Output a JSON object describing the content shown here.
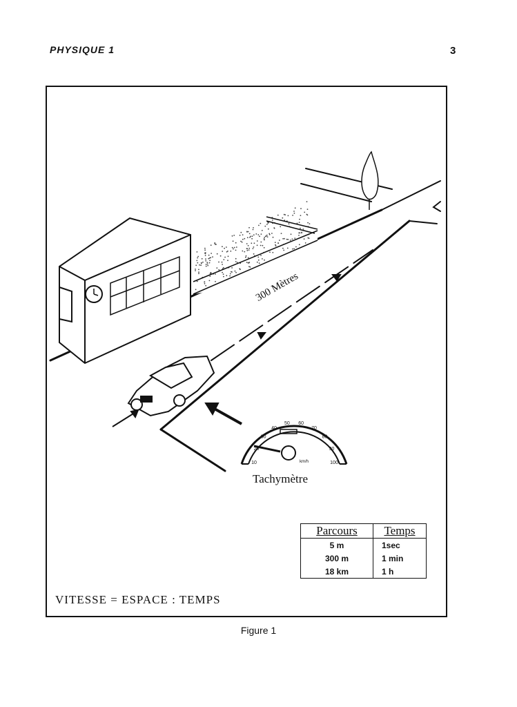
{
  "header": {
    "subject": "PHYSIQUE 1",
    "page_number": "3"
  },
  "figure": {
    "distance_label": "300 Mètres",
    "speedometer_label": "Tachymètre",
    "speedometer_ticks": [
      "10",
      "20",
      "30",
      "40",
      "50",
      "60",
      "70",
      "80",
      "90",
      "100"
    ],
    "speedometer_unit": "km/h",
    "formula": "VITESSE = ESPACE : TEMPS",
    "table": {
      "headers": [
        "Parcours",
        "Temps"
      ],
      "rows": [
        [
          "5 m",
          "1sec"
        ],
        [
          "300 m",
          "1 min"
        ],
        [
          "18 km",
          "1 h"
        ]
      ]
    }
  },
  "caption": "Figure 1"
}
